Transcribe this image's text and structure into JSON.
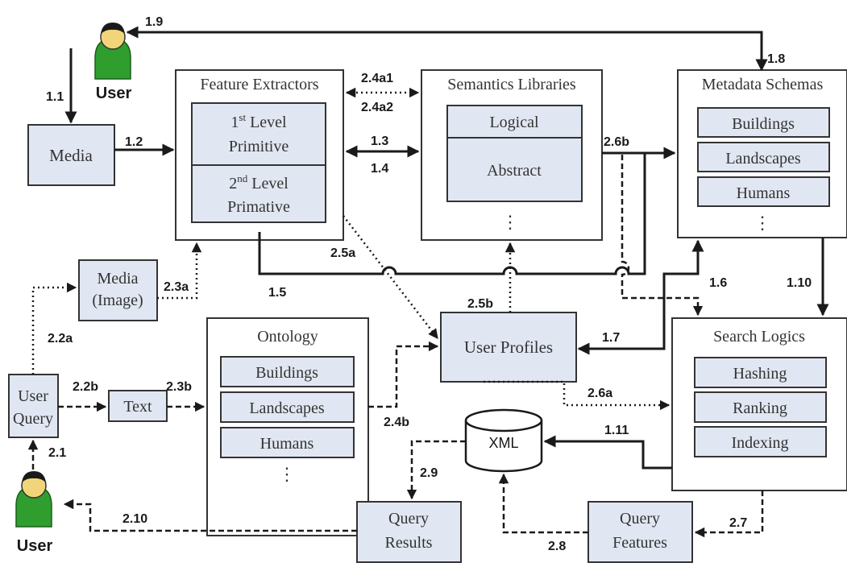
{
  "users": {
    "top": "User",
    "bottom": "User"
  },
  "boxes": {
    "media": "Media",
    "media_image_line1": "Media",
    "media_image_line2": "(Image)",
    "user_query_line1": "User",
    "user_query_line2": "Query",
    "text": "Text",
    "feature_extractors": {
      "title": "Feature Extractors",
      "first_num": "1",
      "first_sup": "st",
      "first_rest": " Level",
      "first_line2": "Primitive",
      "second_num": "2",
      "second_sup": "nd",
      "second_rest": " Level",
      "second_line2": "Primative"
    },
    "semantics": {
      "title": "Semantics Libraries",
      "logical": "Logical",
      "abstract": "Abstract"
    },
    "metadata": {
      "title": "Metadata Schemas",
      "items": [
        "Buildings",
        "Landscapes",
        "Humans"
      ]
    },
    "ontology": {
      "title": "Ontology",
      "items": [
        "Buildings",
        "Landscapes",
        "Humans"
      ]
    },
    "user_profiles": "User Profiles",
    "search_logics": {
      "title": "Search Logics",
      "items": [
        "Hashing",
        "Ranking",
        "Indexing"
      ]
    },
    "xml": "XML",
    "query_results_line1": "Query",
    "query_results_line2": "Results",
    "query_features_line1": "Query",
    "query_features_line2": "Features",
    "ellipsis": "⋮"
  },
  "labels": {
    "l1_1": "1.1",
    "l1_2": "1.2",
    "l1_3": "1.3",
    "l1_4": "1.4",
    "l1_5": "1.5",
    "l1_6": "1.6",
    "l1_7": "1.7",
    "l1_8": "1.8",
    "l1_9": "1.9",
    "l1_10": "1.10",
    "l1_11": "1.11",
    "l2_1": "2.1",
    "l2_2a": "2.2a",
    "l2_2b": "2.2b",
    "l2_3a": "2.3a",
    "l2_3b": "2.3b",
    "l2_4a1": "2.4a1",
    "l2_4a2": "2.4a2",
    "l2_4b": "2.4b",
    "l2_5a": "2.5a",
    "l2_5b": "2.5b",
    "l2_6a": "2.6a",
    "l2_6b": "2.6b",
    "l2_7": "2.7",
    "l2_8": "2.8",
    "l2_9": "2.9",
    "l2_10": "2.10"
  },
  "colors": {
    "box_fill": "#e1e7f2",
    "outline": "#333333",
    "user_green": "#2f9e2f",
    "user_face": "#f2d57a"
  }
}
